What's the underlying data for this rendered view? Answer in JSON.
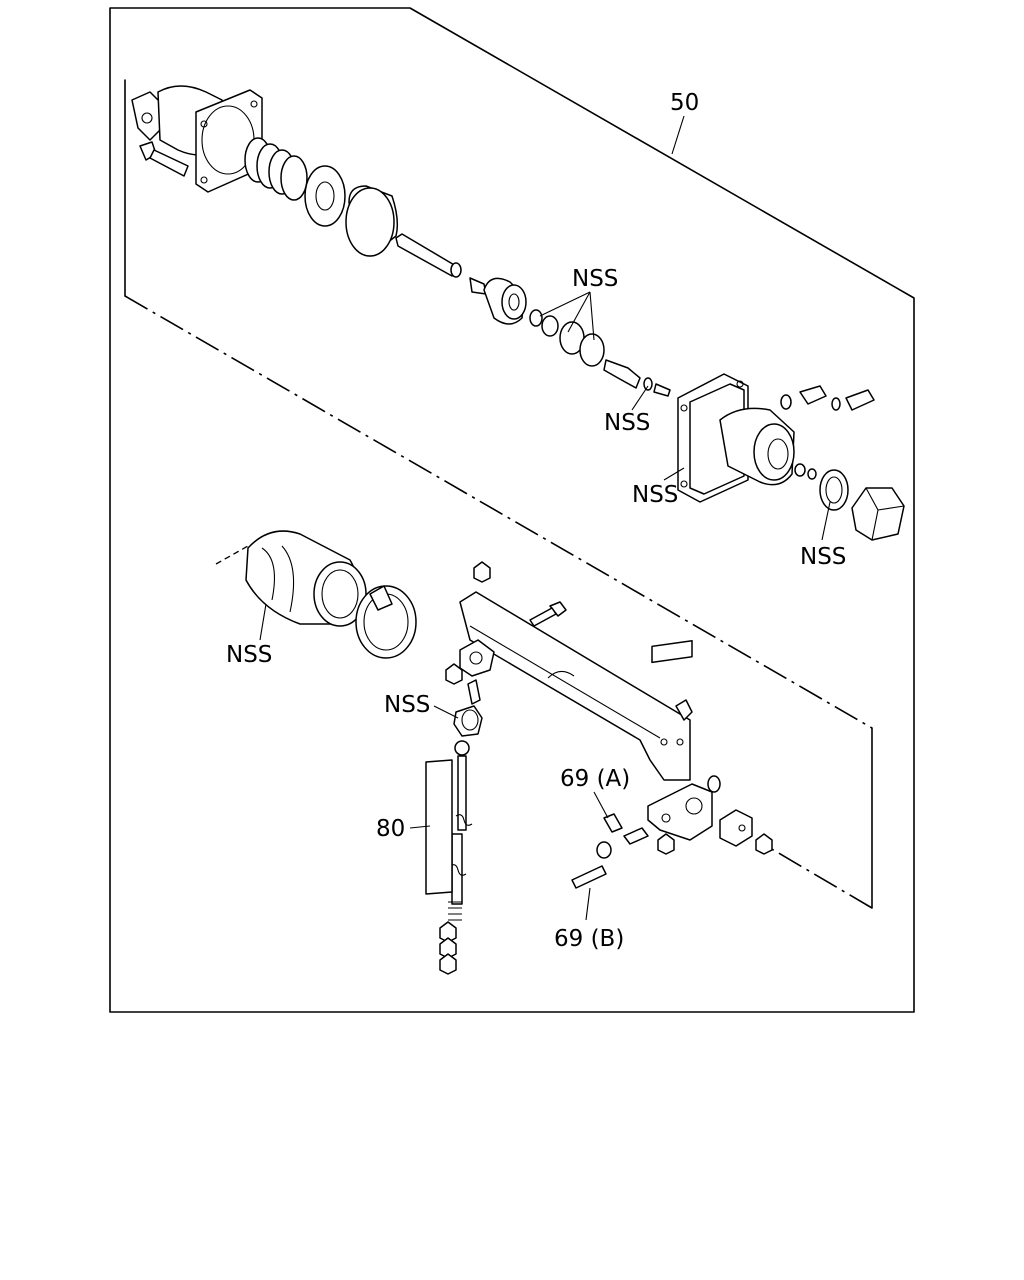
{
  "labels": {
    "assembly_50": "50",
    "nss_top": "NSS",
    "nss_mid": "NSS",
    "nss_flange": "NSS",
    "nss_plug": "NSS",
    "nss_boot": "NSS",
    "nss_grommet": "NSS",
    "part_80": "80",
    "part_69a": "69 (A)",
    "part_69b": "69 (B)"
  }
}
